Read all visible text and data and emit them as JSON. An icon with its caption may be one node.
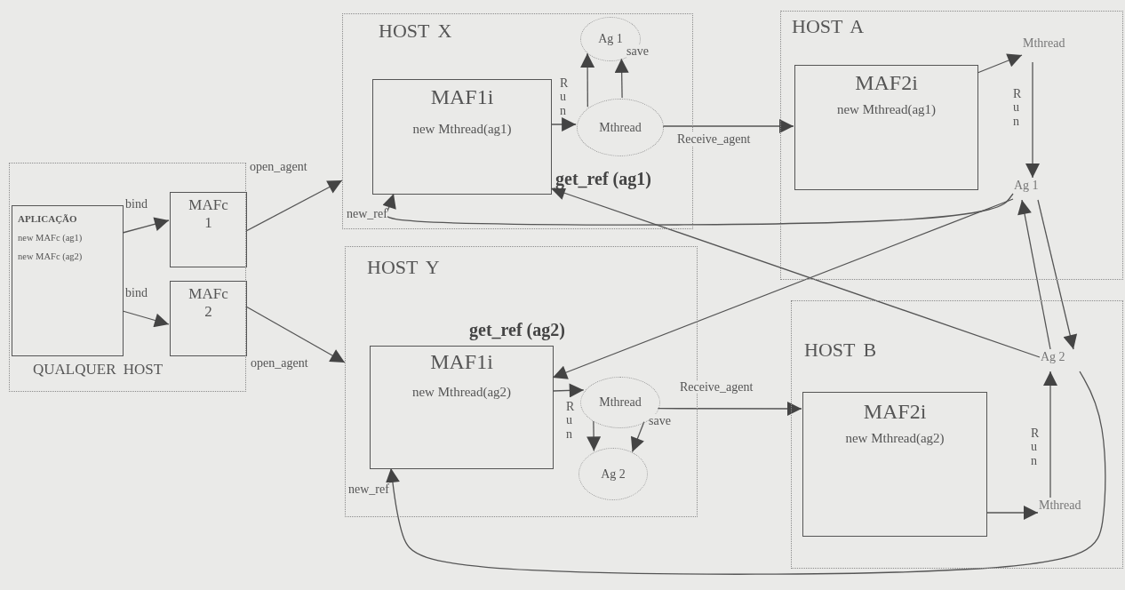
{
  "diagram": {
    "nodes": [
      {
        "text": [
          "QUALQUER HOST"
        ]
      },
      {
        "text": [
          "APLICAÇÃO",
          "new MAFc (ag1)",
          "new MAFc (ag2)"
        ],
        "in": 0
      },
      {
        "text": [
          "MAFc 1"
        ],
        "in": 0
      },
      {
        "text": [
          "MAFc 2"
        ],
        "in": 0
      },
      {
        "text": [
          "HOST X"
        ]
      },
      {
        "text": [
          "MAF1i",
          "new Mthread(ag1)"
        ],
        "in": 4
      },
      {
        "text": [
          "Ag 1"
        ],
        "in": 4
      },
      {
        "text": [
          "Mthread"
        ],
        "in": 4
      },
      {
        "text": [
          "HOST A"
        ]
      },
      {
        "text": [
          "MAF2i",
          "new Mthread(ag1)"
        ],
        "in": 8
      },
      {
        "text": [
          "Mthread"
        ],
        "in": 8
      },
      {
        "text": [
          "Ag 1"
        ],
        "in": 8
      },
      {
        "text": [
          "HOST Y"
        ]
      },
      {
        "text": [
          "MAF1i",
          "new Mthread(ag2)"
        ],
        "in": 12
      },
      {
        "text": [
          "Mthread"
        ],
        "in": 12
      },
      {
        "text": [
          "Ag 2"
        ],
        "in": 12
      },
      {
        "text": [
          "HOST B"
        ]
      },
      {
        "text": [
          "MAF2i",
          "new Mthread(ag2)"
        ],
        "in": 16
      },
      {
        "text": [
          "Ag 2"
        ],
        "in": 16
      },
      {
        "text": [
          "Mthread"
        ],
        "in": 16
      }
    ],
    "edges": [
      {
        "from": 1,
        "to": 2,
        "arrow": "to",
        "label": "bind"
      },
      {
        "from": 1,
        "to": 3,
        "arrow": "to",
        "label": "bind"
      },
      {
        "from": 2,
        "to": 4,
        "arrow": "to",
        "label": "open_agent"
      },
      {
        "from": 3,
        "to": 12,
        "arrow": "to",
        "label": "open_agent"
      },
      {
        "from": 5,
        "to": 7,
        "arrow": "to",
        "label": "Run"
      },
      {
        "from": 7,
        "to": 6,
        "arrow": "to"
      },
      {
        "from": 7,
        "to": 6,
        "arrow": "to",
        "label": "save"
      },
      {
        "from": 7,
        "to": 9,
        "arrow": "to",
        "label": "Receive_agent"
      },
      {
        "from": 9,
        "to": 10,
        "arrow": "to"
      },
      {
        "from": 10,
        "to": 11,
        "arrow": "to",
        "label": "Run"
      },
      {
        "from": 11,
        "to": 5,
        "arrow": "to",
        "label": "new_ref"
      },
      {
        "from": 11,
        "to": 13,
        "arrow": "to",
        "label": "get_ref (ag2)"
      },
      {
        "from": 18,
        "to": 5,
        "arrow": "to",
        "label": "get_ref (ag1)"
      },
      {
        "from": 18,
        "to": 13,
        "arrow": "to",
        "label": "new_ref"
      },
      {
        "from": 18,
        "to": 11,
        "arrow": "to"
      },
      {
        "from": 11,
        "to": 18,
        "arrow": "to"
      },
      {
        "from": 13,
        "to": 14,
        "arrow": "to",
        "label": "Run"
      },
      {
        "from": 14,
        "to": 15,
        "arrow": "to"
      },
      {
        "from": 14,
        "to": 15,
        "arrow": "to",
        "label": "save"
      },
      {
        "from": 14,
        "to": 17,
        "arrow": "to",
        "label": "Receive_agent"
      },
      {
        "from": 17,
        "to": 19,
        "arrow": "to"
      },
      {
        "from": 19,
        "to": 18,
        "arrow": "to",
        "label": "Run"
      }
    ]
  }
}
